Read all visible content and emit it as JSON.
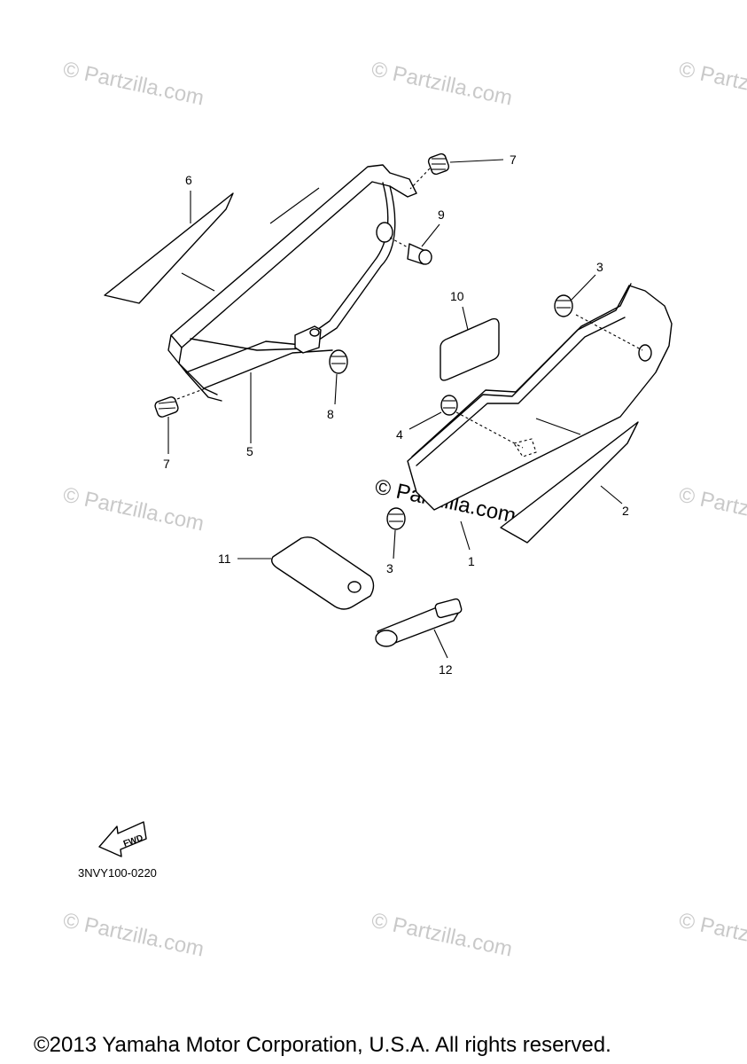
{
  "callouts": [
    "1",
    "2",
    "3",
    "4",
    "5",
    "6",
    "7",
    "8",
    "9",
    "10",
    "11",
    "12"
  ],
  "callout_repeat": {
    "three_b": "3",
    "seven_b": "7"
  },
  "watermark": "© Partzilla.com",
  "diagram_code": "3NVY100-0220",
  "fwd_label": "FWD",
  "copyright": "©2013 Yamaha Motor Corporation, U.S.A. All rights reserved."
}
